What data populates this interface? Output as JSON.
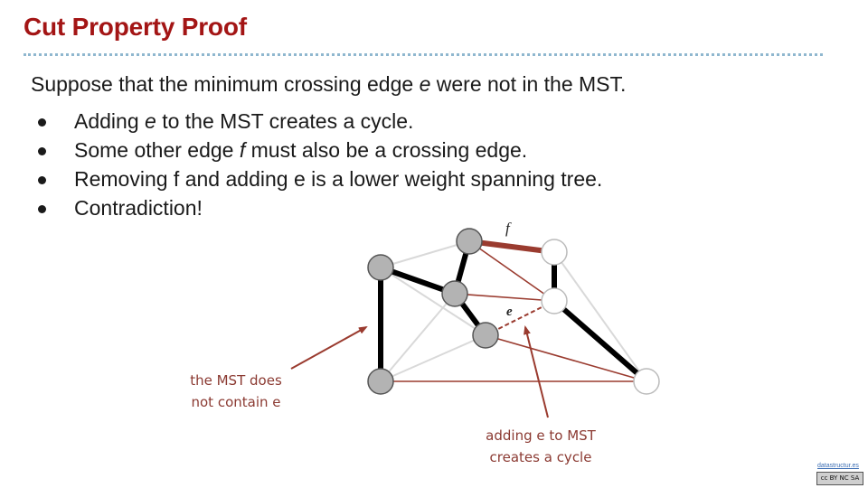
{
  "slide": {
    "title": "Cut Property Proof",
    "intro": {
      "before": "Suppose that the minimum crossing edge ",
      "var": "e",
      "after": " were not in the MST."
    },
    "bullets": [
      {
        "before": "Adding ",
        "var": "e",
        "after": " to the MST creates a cycle."
      },
      {
        "before": "Some other edge ",
        "var": "f",
        "after": " must also be a crossing edge."
      },
      {
        "before": "Removing f and adding e is a lower weight spanning tree.",
        "var": "",
        "after": ""
      },
      {
        "before": "Contradiction!",
        "var": "",
        "after": ""
      }
    ]
  },
  "diagram": {
    "edge_labels": {
      "f": "f",
      "e": "e"
    },
    "annotation_left": [
      "the MST does",
      "not contain e"
    ],
    "annotation_bottom": [
      "adding e to MST",
      "creates a cycle"
    ],
    "colors": {
      "title": "#a31515",
      "crossing_edge": "#9a3b2f",
      "mst_edge": "#000000",
      "other_edge": "#d9d9d9",
      "node_gray": "#b3b3b3",
      "node_white": "#ffffff"
    }
  },
  "footer": {
    "credit": "datastructur.es",
    "license": "cc BY NC SA"
  }
}
